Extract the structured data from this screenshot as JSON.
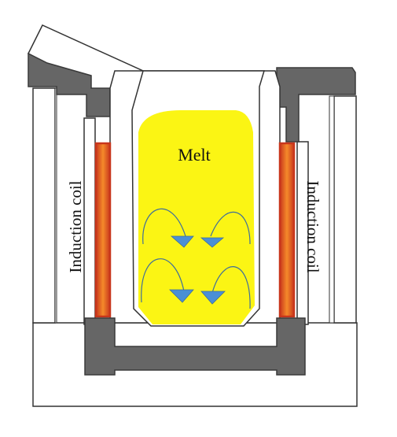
{
  "labels": {
    "melt": "Melt",
    "coil_left": "Induction coil",
    "coil_right": "Induction coil"
  },
  "colors": {
    "melt": "#fbf514",
    "coil_outer": "#c8361c",
    "coil_inner": "#f58a2a",
    "refractory": "#666666",
    "refractory_edge": "#3a3a3a",
    "outline": "#333333",
    "flow_arrow": "#4a8fd6",
    "flow_line": "#3f6e9a"
  },
  "icons": {
    "flow": "circulation-arrow-icon"
  }
}
